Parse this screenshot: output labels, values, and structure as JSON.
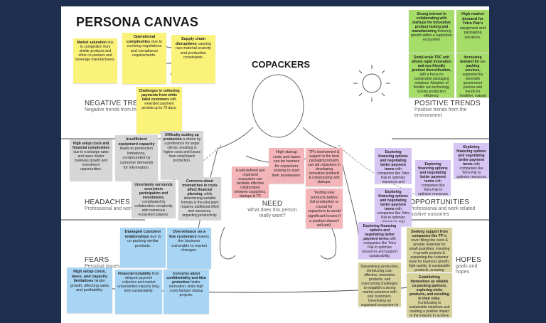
{
  "header": {
    "title": "PERSONA CANVAS",
    "persona": "COPACKERS"
  },
  "sections": {
    "negative_trends": {
      "title": "NEGATIVE TRENDS",
      "subtitle": "Negative trends from the environment"
    },
    "positive_trends": {
      "title": "POSITIVE TRENDS",
      "subtitle": "Positive trends from the environment"
    },
    "headaches": {
      "title": "HEADACHES",
      "subtitle": "Professional and work related issues"
    },
    "opportunities": {
      "title": "OPPORTUNITIES",
      "subtitle": "Professional and work related positive outcomes"
    },
    "fears": {
      "title": "FEARS",
      "subtitle": "Personal issues"
    },
    "hopes": {
      "title": "HOPES",
      "subtitle": "goals and hopes"
    },
    "need": {
      "title": "NEED",
      "subtitle": "What does this person really want?"
    }
  },
  "notes": {
    "neg1": {
      "bold": "Market saturation",
      "text": " due to competition from similar products and other co-packers and beverage manufacturers."
    },
    "neg2": {
      "bold": "Operational complexities",
      "text": " due to evolving regulations and compliance requirements."
    },
    "neg3": {
      "bold": "Supply chain disruptions",
      "text": " causing raw material scarcity and production constraints."
    },
    "neg4": {
      "bold": "Challenges in collecting payments from white label customers",
      "text": " with extended payment periods up to 70 days."
    },
    "pos1": {
      "bold": "Strong interest in collaborating with startups for innovative product testing and manufacturing",
      "text": " fostering growth within a supportive ecosystem"
    },
    "pos2": {
      "bold": "High market demand for Tetra Pak's",
      "text": " equipment and packaging solutions."
    },
    "pos3": {
      "bold": "Small-scale TRC unit allows rapid innovation and eco-friendly product diversification,",
      "text": " with a focus on sustainable packaging solutions. Adoption of flexible can technology boosts production efficiency."
    },
    "pos4": {
      "bold": "Increasing demand for co-packing services,",
      "text": " supported by favorable government policies and trends for healthier, natural products."
    },
    "head1": {
      "bold": "High setup costs and financial complexities",
      "text": " due to exchange rates and taxes hinder business growth and investment opportunities."
    },
    "head2": {
      "bold": "Insufficient equipment capacity",
      "text": " leads to production limitations, compounded by customer demands for information."
    },
    "head3": {
      "bold": "Difficulty scaling up production",
      "text": " is driven by a preference for larger clients, resulting in higher costs and losses from small batch production."
    },
    "head4": {
      "bold": "Uncertainty surrounds ecosystem participation and investments,",
      "text": " complicated by collaboration complexity with numerous ecosystem players."
    },
    "head5": {
      "bold": "Concerns about mismatches in costs affect financial planning,",
      "text": " while determining suitable formats in the pilot plant requires additional effort and resources, impacting productivity."
    },
    "need1": {
      "bold": "",
      "text": "A well-defined and organized ecosystem can facilitate effective collaboration between copackers, startups & TP."
    },
    "need2": {
      "bold": "",
      "text": "High startup costs and taxes can be barriers for copackers looking to start their businesses."
    },
    "need3": {
      "bold": "",
      "text": "TP's involvement & support in the food packaging industry can aid copackers in developing innovative products & collaborating with startups."
    },
    "need4": {
      "bold": "",
      "text": "Testing new products before full production is crucial for copackers to avoid significant losses if a product doesn't sell well."
    },
    "opp1": {
      "bold": "Exploring financing options and negotiating better payment terms",
      "text": " with companies like Tetra Pak to optimize resources and support sustainability."
    },
    "opp2": {
      "bold": "Exploring financing options and negotiating better payment terms",
      "text": " with companies like Tetra Pak to optimize resources and support sustainability."
    },
    "opp3": {
      "bold": "Exploring financing options and negotiating better payment terms",
      "text": " with companies like Tetra Pak to optimize resources and support sustainability."
    },
    "opp4": {
      "bold": "Exploring financing options and negotiating better payment terms",
      "text": " with companies like Tetra Pak to optimize resources and support sustainability."
    },
    "opp5": {
      "bold": "Exploring financing options and negotiating better payment terms",
      "text": " with companies like Tetra Pak to optimize resources and support sustainability."
    },
    "fear1": {
      "bold": "Damaged customer relationships",
      "text": " due to co-packing similar products."
    },
    "fear2": {
      "bold": "Overreliance on a few customers",
      "text": " leaves the business vulnerable to market changes."
    },
    "fear3": {
      "bold": "High setup costs, taxes, and capacity limitations",
      "text": " hinder growth, affecting sales and profitability."
    },
    "fear4": {
      "bold": "Financial instability",
      "text": " from delayed payment collection and market uncertainties impacts long-term sustainability."
    },
    "fear5": {
      "bold": "Concerns about confidentiality and idea protection",
      "text": " hinder innovation, while high costs hamper startup projects."
    },
    "hope1": {
      "bold": "",
      "text": "Streamlining production, introducing cost-effective, innovative products, and overcoming challenges to establish a strong market presence with end customers. Developing an organized ecosystem to support startups and foster collaboration with companies like TP is beneficial."
    },
    "hope2": {
      "bold": "Seeking support from companies like TP",
      "text": " to cover filling line costs & provide materials for small quantities, investing in growth projects & expanding the customer base for business growth, high-quality, & sustainable products, ensuring financial security."
    },
    "hope3": {
      "bold": "Establishing themselves as reliable co-packing partners, exploring niche products, and excelling in their roles.",
      "text": " Contributing to sustainable initiatives and creating a positive impact in the industry to achieve professional excellence."
    }
  },
  "colors": {
    "background": "#1d2e4f",
    "canvas": "#ffffff",
    "yellow": "#fbf27a",
    "grey": "#d6d6d6",
    "pink": "#f4b5b9",
    "green": "#a6dc68",
    "purple": "#d7c6f3",
    "blue": "#a9d5f5",
    "khaki": "#d8d39d"
  }
}
